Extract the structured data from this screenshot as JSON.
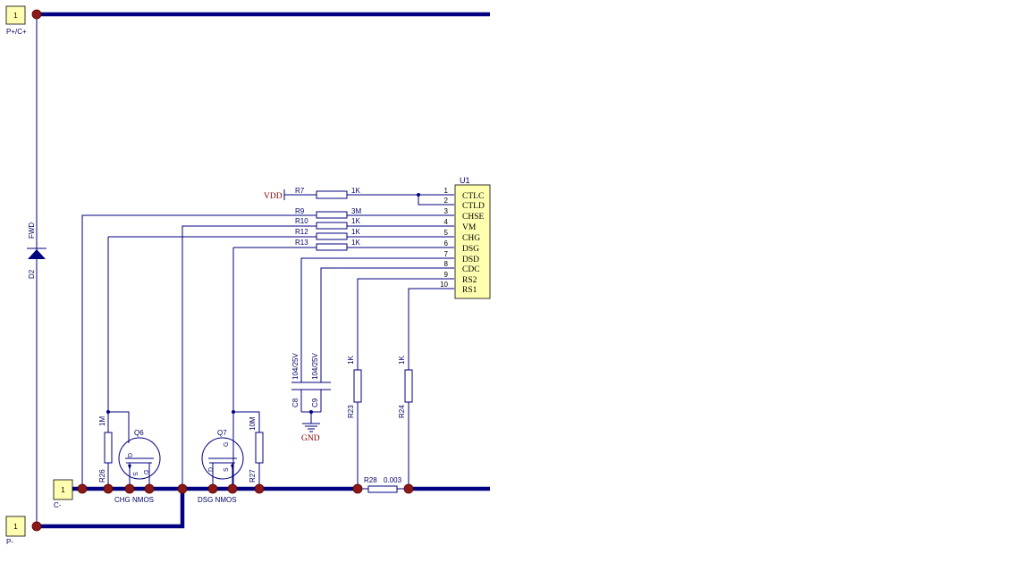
{
  "ports": {
    "p_plus": {
      "number": "1",
      "label": "P+/C+"
    },
    "c_minus": {
      "number": "1",
      "label": "C-"
    },
    "p_minus": {
      "number": "1",
      "label": "P-"
    }
  },
  "diode": {
    "ref": "D2",
    "value": "FWD"
  },
  "power": {
    "vdd": "VDD",
    "gnd": "GND"
  },
  "ic": {
    "ref": "U1",
    "pins": [
      {
        "num": "1",
        "name": "CTLC"
      },
      {
        "num": "2",
        "name": "CTLD"
      },
      {
        "num": "3",
        "name": "CHSE"
      },
      {
        "num": "4",
        "name": "VM"
      },
      {
        "num": "5",
        "name": "CHG"
      },
      {
        "num": "6",
        "name": "DSG"
      },
      {
        "num": "7",
        "name": "DSD"
      },
      {
        "num": "8",
        "name": "CDC"
      },
      {
        "num": "9",
        "name": "RS2"
      },
      {
        "num": "10",
        "name": "RS1"
      }
    ]
  },
  "resistors": {
    "r7": {
      "ref": "R7",
      "value": "1K"
    },
    "r9": {
      "ref": "R9",
      "value": "3M"
    },
    "r10": {
      "ref": "R10",
      "value": "1K"
    },
    "r12": {
      "ref": "R12",
      "value": "1K"
    },
    "r13": {
      "ref": "R13",
      "value": "1K"
    },
    "r23": {
      "ref": "R23",
      "value": "1K"
    },
    "r24": {
      "ref": "R24",
      "value": "1K"
    },
    "r26": {
      "ref": "R26",
      "value": "1M"
    },
    "r27": {
      "ref": "R27",
      "value": "10M"
    },
    "r28": {
      "ref": "R28",
      "value": "0.003"
    }
  },
  "capacitors": {
    "c8": {
      "ref": "C8",
      "value": "104/25V"
    },
    "c9": {
      "ref": "C9",
      "value": "104/25V"
    }
  },
  "mosfets": {
    "q6": {
      "ref": "Q6",
      "label": "CHG NMOS",
      "g": "G",
      "s": "S",
      "d": "D"
    },
    "q7": {
      "ref": "Q7",
      "label": "DSG NMOS",
      "g": "G",
      "s": "S",
      "d": "D"
    }
  },
  "colors": {
    "wire": "#000080",
    "junction": "#8b1a1a",
    "port_fill": "#ffffb0",
    "power_label": "#800000"
  }
}
